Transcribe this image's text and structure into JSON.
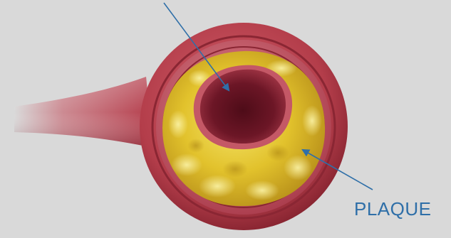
{
  "labels": {
    "plaque": "PLAQUE"
  },
  "colors": {
    "background": "#d9d9d9",
    "vessel_wall": "#b8404c",
    "vessel_wall_dark": "#7e1f2b",
    "plaque_yellow": "#e7c830",
    "plaque_highlight": "#f6ec8a",
    "lumen": "#6a1422",
    "pointer_arrow": "#2f6fa8",
    "label_text": "#2f6fa8"
  },
  "icons": {
    "pointer_top": "arrow-pointer",
    "pointer_plaque": "arrow-pointer"
  }
}
